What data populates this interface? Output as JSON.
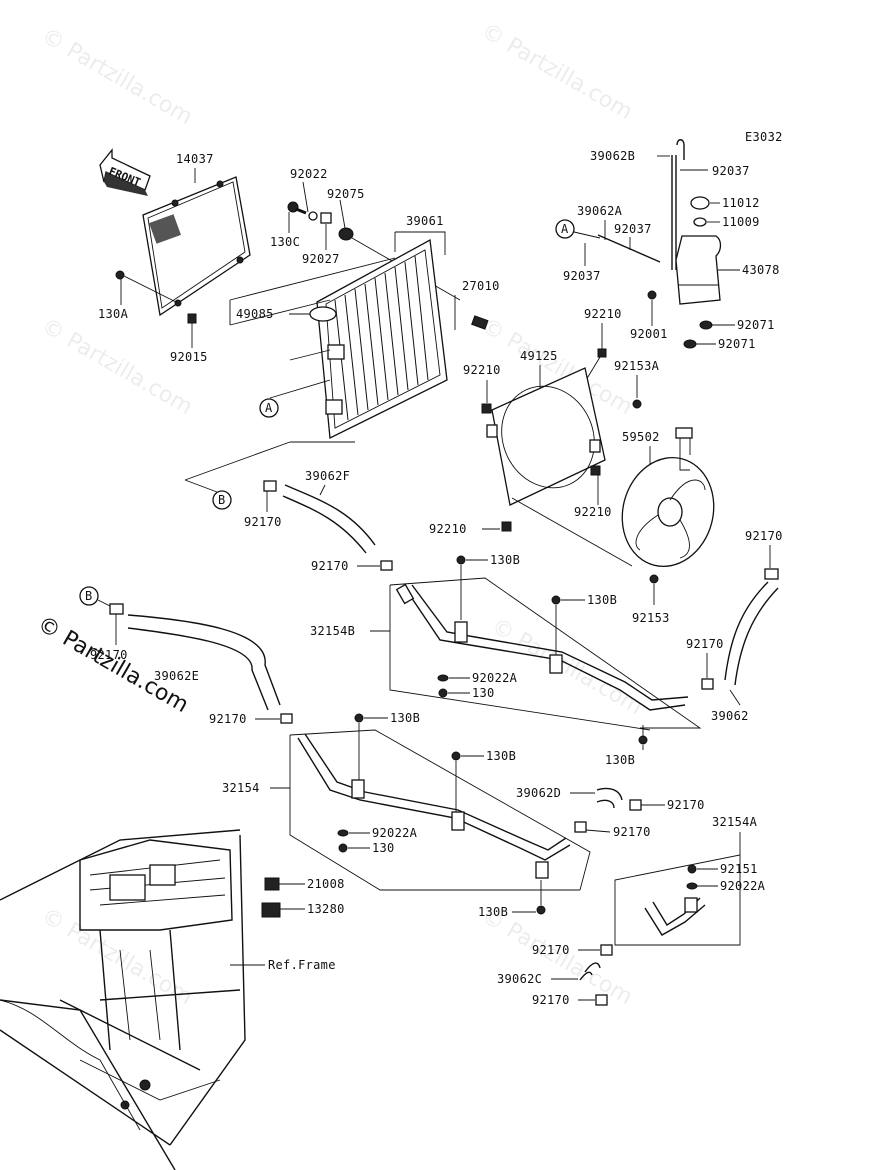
{
  "diagram_code": "E3032",
  "front_label": "FRONT",
  "watermarks": [
    "© Partzilla.com",
    "© Partzilla.com",
    "© Partzilla.com",
    "© Partzilla.com",
    "© Partzilla.com",
    "© Partzilla.com",
    "© Partzilla.com"
  ],
  "watermark_main": "© Partzilla.com",
  "callouts": {
    "a1": "A",
    "a2": "A",
    "b1": "B",
    "b2": "B"
  },
  "labels": {
    "p14037": "14037",
    "p130A": "130A",
    "p92015": "92015",
    "p92022": "92022",
    "p92075": "92075",
    "p130C": "130C",
    "p92027": "92027",
    "p39061": "39061",
    "p49085": "49085",
    "p27010": "27010",
    "p39062B": "39062B",
    "p92037a": "92037",
    "p11012": "11012",
    "p11009": "11009",
    "p39062A": "39062A",
    "p92037b": "92037",
    "p92037c": "92037",
    "p43078": "43078",
    "p92001": "92001",
    "p92071a": "92071",
    "p92071b": "92071",
    "p92210a": "92210",
    "p49125": "49125",
    "p92210b": "92210",
    "p92153A": "92153A",
    "p59502": "59502",
    "p92210c": "92210",
    "p92210d": "92210",
    "p92153": "92153",
    "p39062F": "39062F",
    "p92170a": "92170",
    "p92170b": "92170",
    "p130Ba": "130B",
    "p130Bb": "130B",
    "p32154B": "32154B",
    "p92022Aa": "92022A",
    "p130a": "130",
    "p92170c": "92170",
    "p92170d": "92170",
    "p39062": "39062",
    "p130Bc": "130B",
    "p92170e": "92170",
    "p39062E": "39062E",
    "p92170f": "92170",
    "p130Bd": "130B",
    "p130Be": "130B",
    "p32154": "32154",
    "p39062D": "39062D",
    "p92170g": "92170",
    "p92170h": "92170",
    "p92022Ab": "92022A",
    "p130b": "130",
    "p32154A": "32154A",
    "p92151": "92151",
    "p92022Ac": "92022A",
    "p21008": "21008",
    "p13280": "13280",
    "pRefFrame": "Ref.Frame",
    "p130Bf": "130B",
    "p92170i": "92170",
    "p39062C": "39062C",
    "p92170j": "92170"
  }
}
